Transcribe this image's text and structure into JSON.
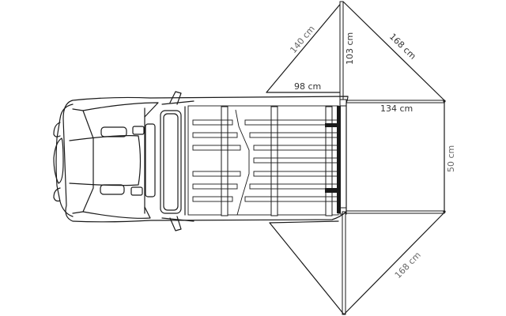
{
  "diagram": {
    "subject": "Vehicle top view with side awning (rooftop) dimensions",
    "labels": {
      "front_triangle_hypotenuse": "140 cm",
      "front_triangle_base": "98 cm",
      "pole_height": "103 cm",
      "rear_triangle_top": "168 cm",
      "awning_length": "134 cm",
      "awning_side": "50 cm",
      "bottom_triangle": "168 cm"
    },
    "colors": {
      "line": "#1a1a1a",
      "label": "#333333",
      "label_secondary": "#666666",
      "background": "#ffffff"
    }
  }
}
